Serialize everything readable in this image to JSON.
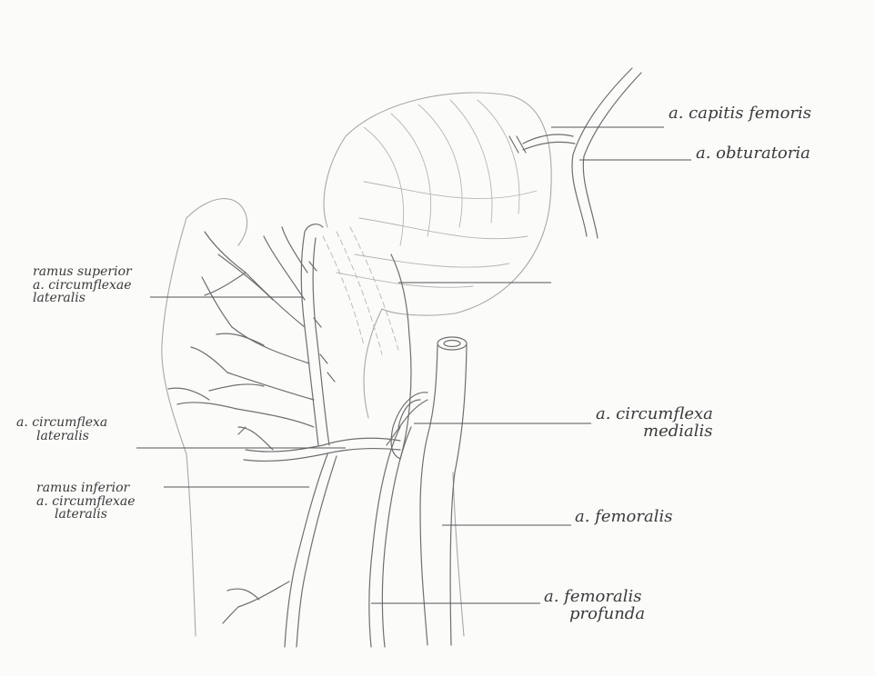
{
  "labels": {
    "capitis_femoris": "a. capitis femoris",
    "obturatoria": "a. obturatoria",
    "ramus_superior": [
      "ramus superior",
      "a. circumflexae",
      "lateralis"
    ],
    "circumflexa_lateralis": [
      "a. circumflexa",
      "lateralis"
    ],
    "ramus_inferior": [
      "ramus inferior",
      "a. circumflexae",
      "lateralis"
    ],
    "circumflexa_medialis": [
      "a. circumflexa",
      "medialis"
    ],
    "femoralis": "a. femoralis",
    "femoralis_profunda": [
      "a. femoralis",
      "profunda"
    ]
  },
  "colors": {
    "paper": "#fbfbfa",
    "pencil": "#6f6f6f",
    "ink": "#3a3a3a"
  }
}
